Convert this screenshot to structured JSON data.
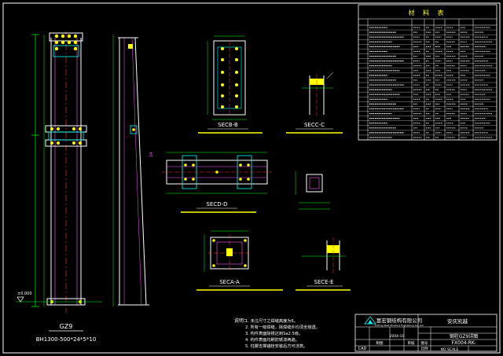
{
  "drawing": {
    "column_mark": "GZ9",
    "column_section_spec": "BH1300-500*24*5*10",
    "sections": {
      "b": "SECB-B",
      "c": "SECC-C",
      "d": "SECD-D",
      "a": "SECA-A",
      "e": "SECE-E"
    },
    "level_mark": "±0.000"
  },
  "material_table": {
    "title": "材 料 表"
  },
  "notes": {
    "heading": "说明：",
    "lines": [
      "1. 未注尺寸之焊缝高度为6。",
      "2. 所有一级焊缝，除焊缝外均须全熔透。",
      "3. 构件表面除锈达到Sa2.5级。",
      "4. 构件表面均刷防锈漆两遍。",
      "5. 柱脚支撑锚栓安装后方可浇筑。"
    ]
  },
  "title_block": {
    "company": "富宏钢结构有限公司",
    "company_en": "FuHong Steel Structure Engineering Co., Ltd.",
    "project": "安庆凯越",
    "drawing_name": "钢柱GZ9详图",
    "drawing_no": "FX004-RK-",
    "date": "2004-10",
    "scale": "NO SCALE",
    "label_cad": "CAD",
    "label_drawn": "制图",
    "label_checked": "审核",
    "label_dwg_no": "图号",
    "label_ratio": "比例"
  }
}
